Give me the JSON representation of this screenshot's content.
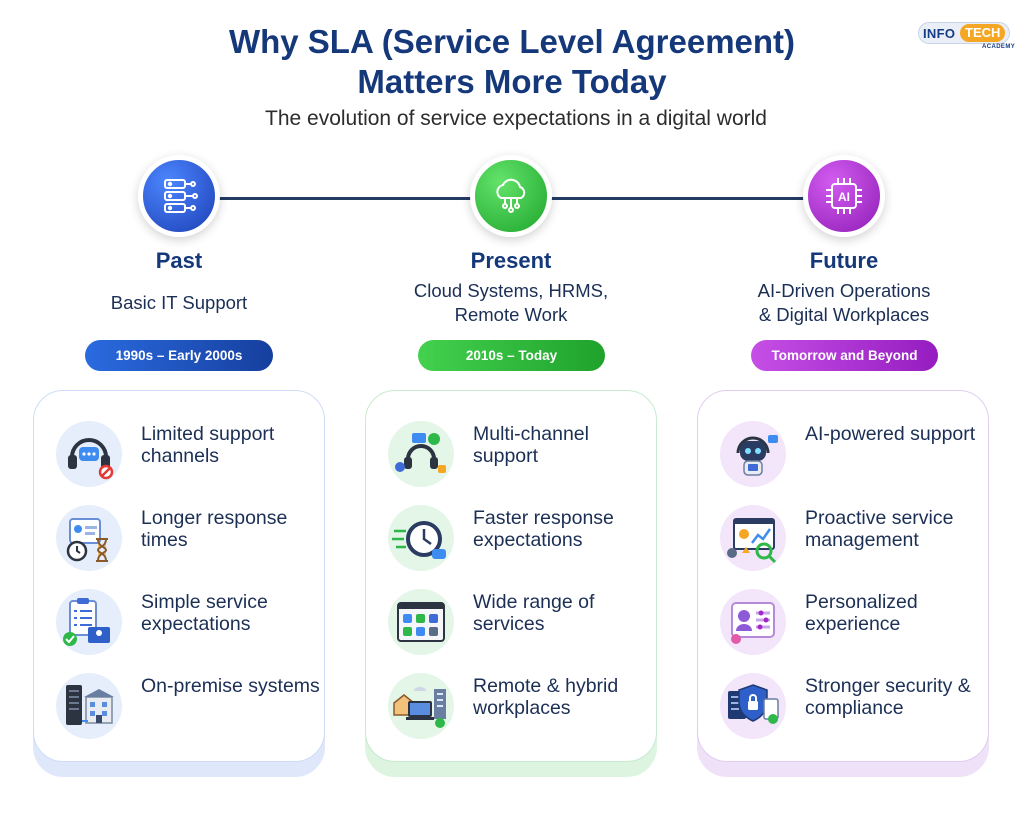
{
  "header": {
    "title_line1": "Why SLA (Service Level Agreement)",
    "title_line2": "Matters More Today",
    "subtitle": "The evolution of service expectations in a digital world"
  },
  "logo": {
    "part1": "INFO",
    "part2": "TECH",
    "part3": "ACADEMY"
  },
  "colors": {
    "title": "#15387a",
    "past": "#1e54c4",
    "present": "#2fc43d",
    "future": "#a326c9"
  },
  "eras": [
    {
      "name": "Past",
      "description": "Basic IT Support",
      "period": "1990s – Early 2000s",
      "icon": "server-database-icon",
      "items": [
        {
          "icon": "headset-support-icon",
          "text": "Limited support channels"
        },
        {
          "icon": "hourglass-clock-icon",
          "text": "Longer response times"
        },
        {
          "icon": "clipboard-checklist-icon",
          "text": "Simple service expectations"
        },
        {
          "icon": "server-building-icon",
          "text": "On-premise systems"
        }
      ]
    },
    {
      "name": "Present",
      "description_line1": "Cloud Systems, HRMS,",
      "description_line2": "Remote Work",
      "period": "2010s – Today",
      "icon": "cloud-network-icon",
      "items": [
        {
          "icon": "multichannel-headset-icon",
          "text": "Multi-channel support"
        },
        {
          "icon": "fast-clock-icon",
          "text": "Faster response expectations"
        },
        {
          "icon": "service-grid-icon",
          "text": "Wide range of services"
        },
        {
          "icon": "hybrid-workplace-icon",
          "text": "Remote & hybrid workplaces"
        }
      ]
    },
    {
      "name": "Future",
      "description_line1": "AI-Driven Operations",
      "description_line2": "& Digital Workplaces",
      "period": "Tomorrow and Beyond",
      "icon": "ai-chip-icon",
      "items": [
        {
          "icon": "ai-robot-icon",
          "text": "AI-powered support"
        },
        {
          "icon": "analytics-dashboard-icon",
          "text": "Proactive service management"
        },
        {
          "icon": "user-profile-settings-icon",
          "text": "Personalized experience"
        },
        {
          "icon": "shield-lock-icon",
          "text": "Stronger security & compliance"
        }
      ]
    }
  ]
}
